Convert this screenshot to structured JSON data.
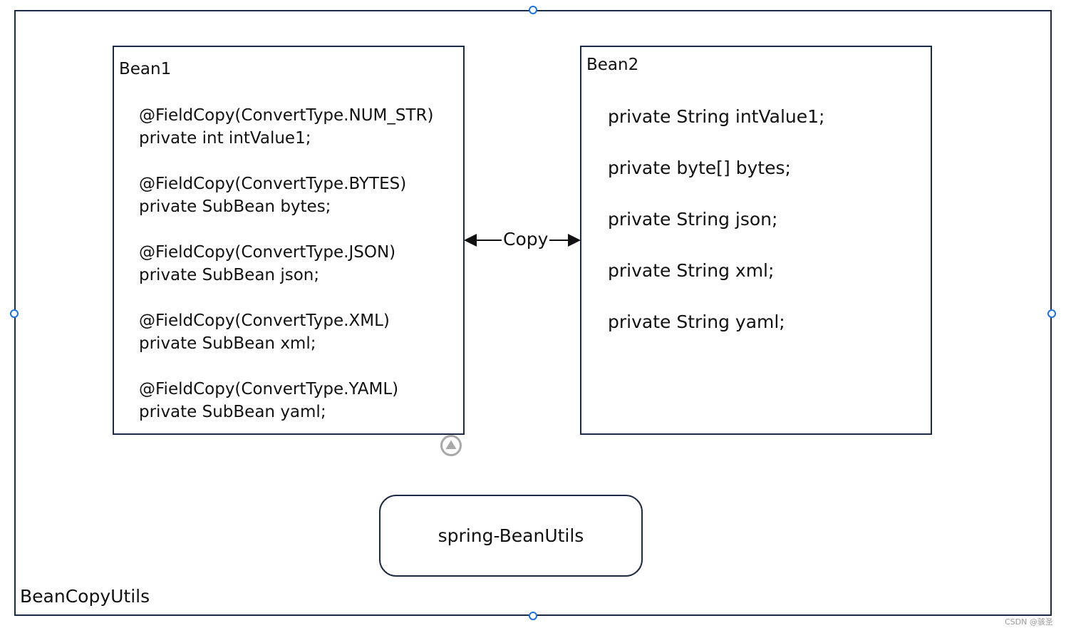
{
  "container": {
    "label": "BeanCopyUtils"
  },
  "bean1": {
    "title": "Bean1",
    "fields": [
      {
        "annotation": "@FieldCopy(ConvertType.NUM_STR)",
        "declaration": "private int intValue1;"
      },
      {
        "annotation": "@FieldCopy(ConvertType.BYTES)",
        "declaration": "private SubBean bytes;"
      },
      {
        "annotation": "@FieldCopy(ConvertType.JSON)",
        "declaration": "private SubBean json;"
      },
      {
        "annotation": "@FieldCopy(ConvertType.XML)",
        "declaration": "private SubBean xml;"
      },
      {
        "annotation": "@FieldCopy(ConvertType.YAML)",
        "declaration": "private SubBean yaml;"
      }
    ]
  },
  "bean2": {
    "title": "Bean2",
    "fields": [
      "private String intValue1;",
      "private byte[] bytes;",
      "private String json;",
      "private String xml;",
      "private String yaml;"
    ]
  },
  "connector": {
    "label": "Copy",
    "style": "bidirectional-arrow"
  },
  "util": {
    "label": "spring-BeanUtils"
  },
  "icons": {
    "collapse": "collapse-up-icon",
    "handles": "selection-handle-icon"
  },
  "colors": {
    "border": "#1d2a44",
    "handle": "#1a73e8",
    "icon": "#a8a8a8"
  },
  "watermark": "CSDN @骇圣"
}
